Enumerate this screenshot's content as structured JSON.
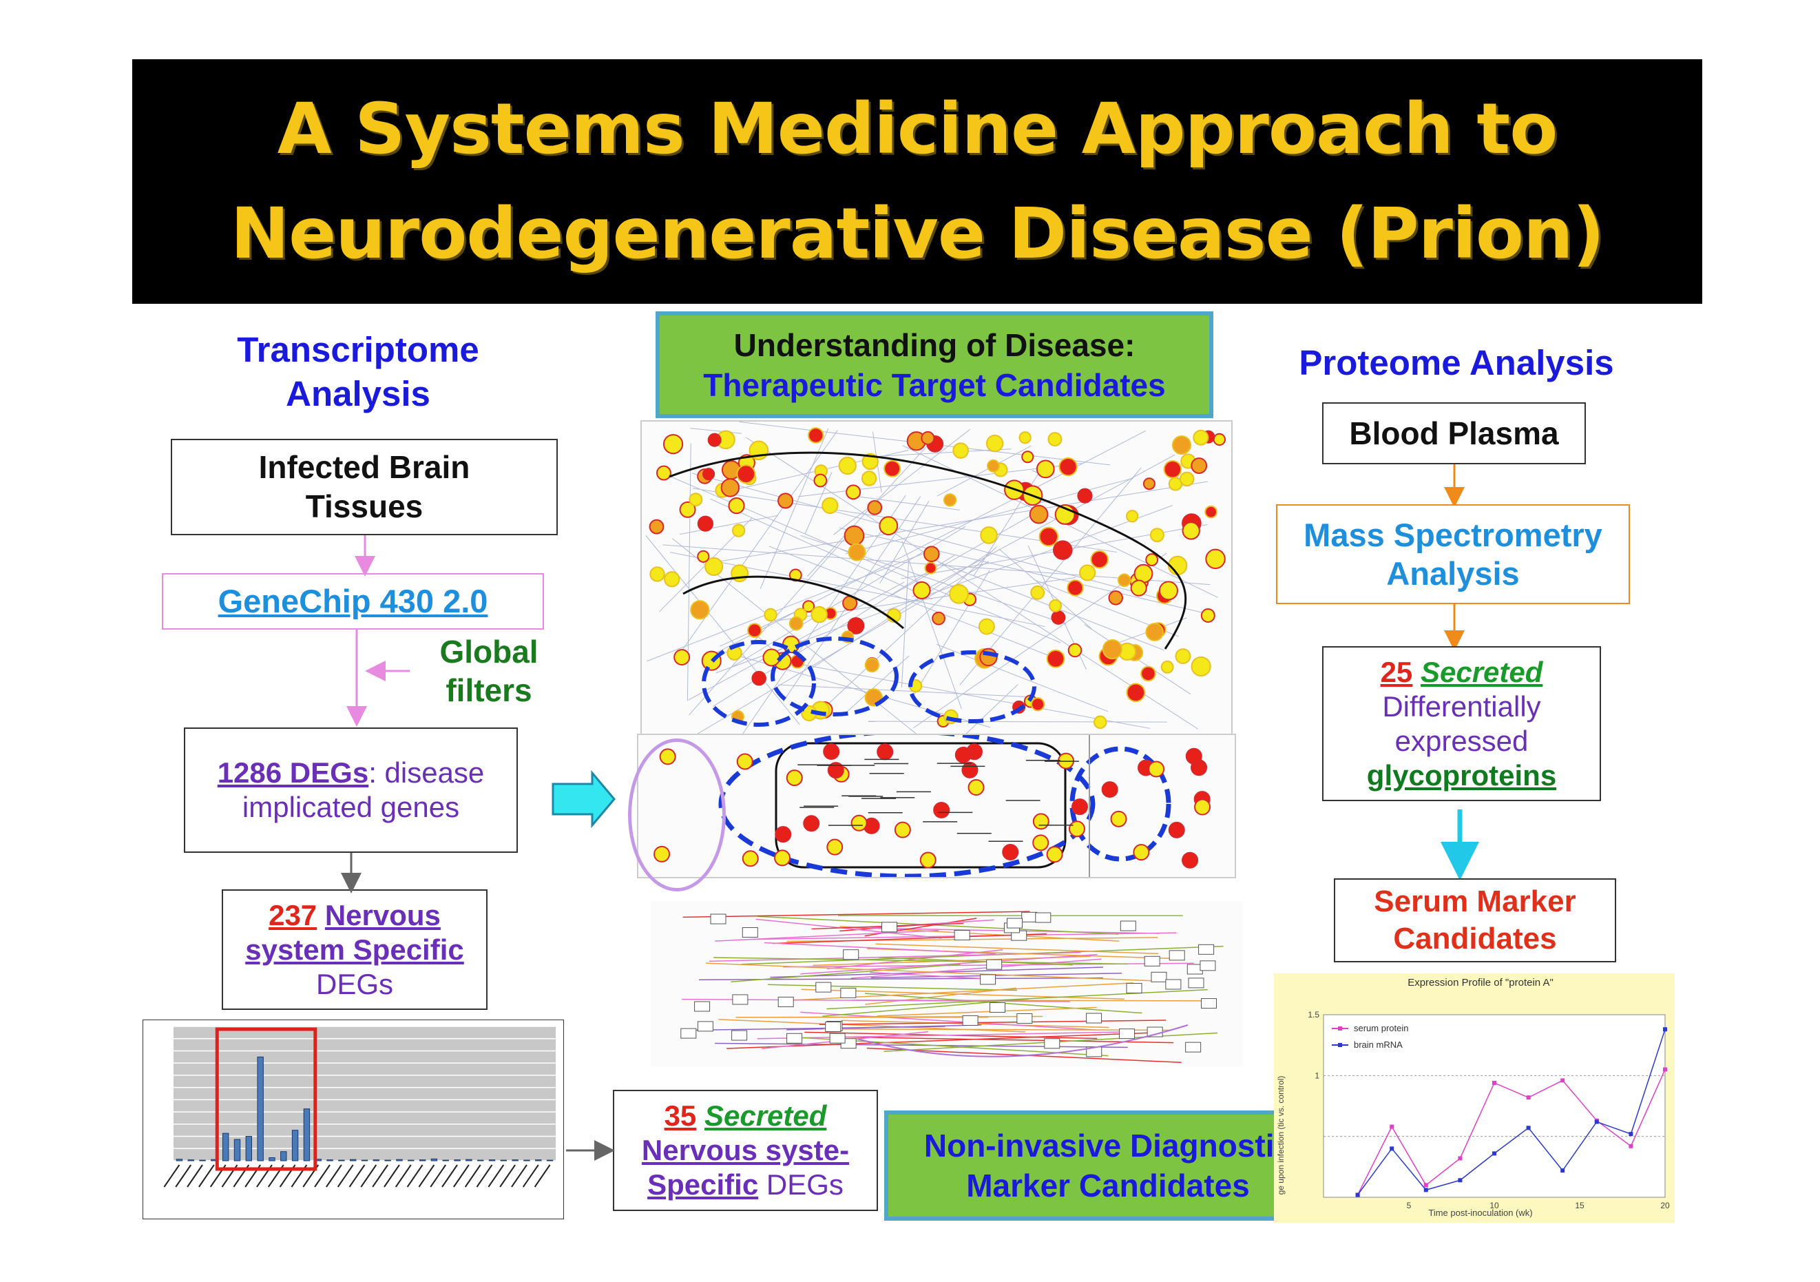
{
  "title": {
    "line1": "A Systems Medicine Approach to",
    "line2": "Neurodegenerative Disease (Prion)"
  },
  "transcriptome": {
    "heading_line1": "Transcriptome",
    "heading_line2": "Analysis",
    "tissues_line1": "Infected Brain",
    "tissues_line2": "Tissues",
    "genechip": "GeneChip 430 2.0",
    "filters_line1": "Global",
    "filters_line2": "filters",
    "degs_count": "1286 DEGs",
    "degs_rest_line1": ": disease",
    "degs_line2": "implicated genes",
    "ns_count": "237",
    "ns_word": "Nervous",
    "ns_line2": "system Specific",
    "ns_line3": "DEGs",
    "secreted_count": "35",
    "secreted_word": "Secreted",
    "secreted_line2": "Nervous syste-",
    "secreted_line3a": "Specific",
    "secreted_line3b": " DEGs"
  },
  "center": {
    "understanding_line1": "Understanding of Disease:",
    "understanding_line2": "Therapeutic Target Candidates",
    "diagnostic_line1": "Non-invasive Diagnostic",
    "diagnostic_line2": "Marker Candidates"
  },
  "proteome": {
    "heading": "Proteome Analysis",
    "plasma": "Blood Plasma",
    "mass_line1": "Mass Spectrometry",
    "mass_line2": "Analysis",
    "glyco_count": "25",
    "glyco_word": "Secreted",
    "glyco_line2": "Differentially",
    "glyco_line3": "expressed",
    "glyco_line4": "glycoproteins",
    "serum_line1": "Serum Marker",
    "serum_line2": "Candidates"
  },
  "expression_chart": {
    "title": "Expression Profile of \"protein A\"",
    "xlabel": "Time post-inoculation (wk)",
    "ylabel": "ge upon infection  (tic vs. control)",
    "legend": [
      "serum protein",
      "brain mRNA"
    ],
    "colors": {
      "serum": "#e040c8",
      "brain": "#2a3ad0",
      "bg": "#fdf8c0"
    }
  },
  "chart_data": [
    {
      "type": "line",
      "title": "Expression Profile of \"protein A\"",
      "xlabel": "Time post-inoculation (wk)",
      "ylabel": "",
      "xlim": [
        0,
        20
      ],
      "ylim": [
        0,
        1.5
      ],
      "x_ticks": [
        "5",
        "10",
        "15",
        "20"
      ],
      "y_ticks": [
        "1",
        "1.5"
      ],
      "legend_position": "top-left",
      "series": [
        {
          "name": "serum protein",
          "x": [
            2,
            4,
            6,
            8,
            10,
            12,
            14,
            16,
            18,
            20
          ],
          "y": [
            0.02,
            0.58,
            0.1,
            0.32,
            0.94,
            0.82,
            0.96,
            0.63,
            0.42,
            1.05
          ]
        },
        {
          "name": "brain mRNA",
          "x": [
            2,
            4,
            6,
            8,
            10,
            12,
            14,
            16,
            18,
            20
          ],
          "y": [
            0.02,
            0.4,
            0.06,
            0.14,
            0.36,
            0.57,
            0.22,
            0.62,
            0.52,
            1.38
          ]
        }
      ]
    },
    {
      "type": "bar",
      "title": "",
      "ylim": [
        0,
        440
      ],
      "values": [
        5,
        3,
        2,
        4,
        90,
        70,
        80,
        340,
        10,
        30,
        100,
        170,
        5,
        3,
        2,
        4,
        2,
        3,
        2,
        4,
        2,
        3,
        6,
        2,
        3,
        4,
        2,
        3,
        2,
        3,
        2,
        3,
        2
      ],
      "highlight_range": [
        4,
        11
      ]
    }
  ]
}
